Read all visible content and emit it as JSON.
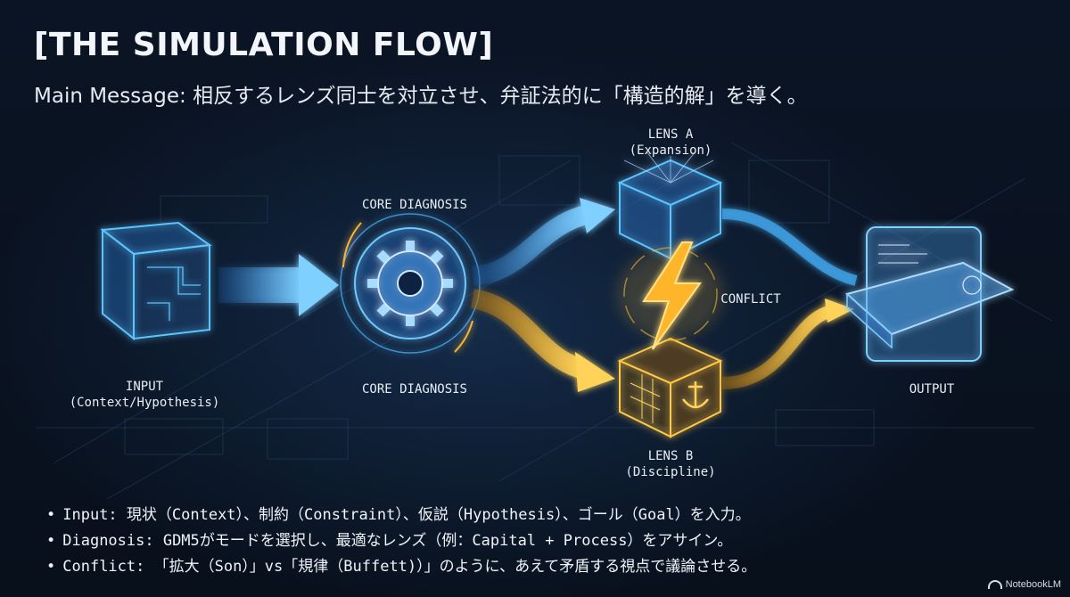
{
  "header": {
    "title": "[THE SIMULATION FLOW]",
    "subtitle": "Main Message: 相反するレンズ同士を対立させ、弁証法的に「構造的解」を導く。"
  },
  "diagram": {
    "input_label": "INPUT\n(Context/Hypothesis)",
    "core_top_label": "CORE DIAGNOSIS",
    "core_bottom_label": "CORE DIAGNOSIS",
    "lens_a_label": "LENS A\n(Expansion)",
    "lens_b_label": "LENS B\n(Discipline)",
    "conflict_label": "CONFLICT",
    "output_label": "OUTPUT",
    "colors": {
      "blue_accent": "#4fb6ff",
      "gold_accent": "#f5b731",
      "background": "#0a1220"
    }
  },
  "bullets": [
    "Input: 現状（Context）、制約（Constraint）、仮説（Hypothesis）、ゴール（Goal）を入力。",
    "Diagnosis: GDM5がモードを選択し、最適なレンズ（例：Capital + Process）をアサイン。",
    "Conflict: 「拡大（Son）」vs「規律（Buffett)）」のように、あえて矛盾する視点で議論させる。"
  ],
  "branding": {
    "name": "NotebookLM"
  }
}
